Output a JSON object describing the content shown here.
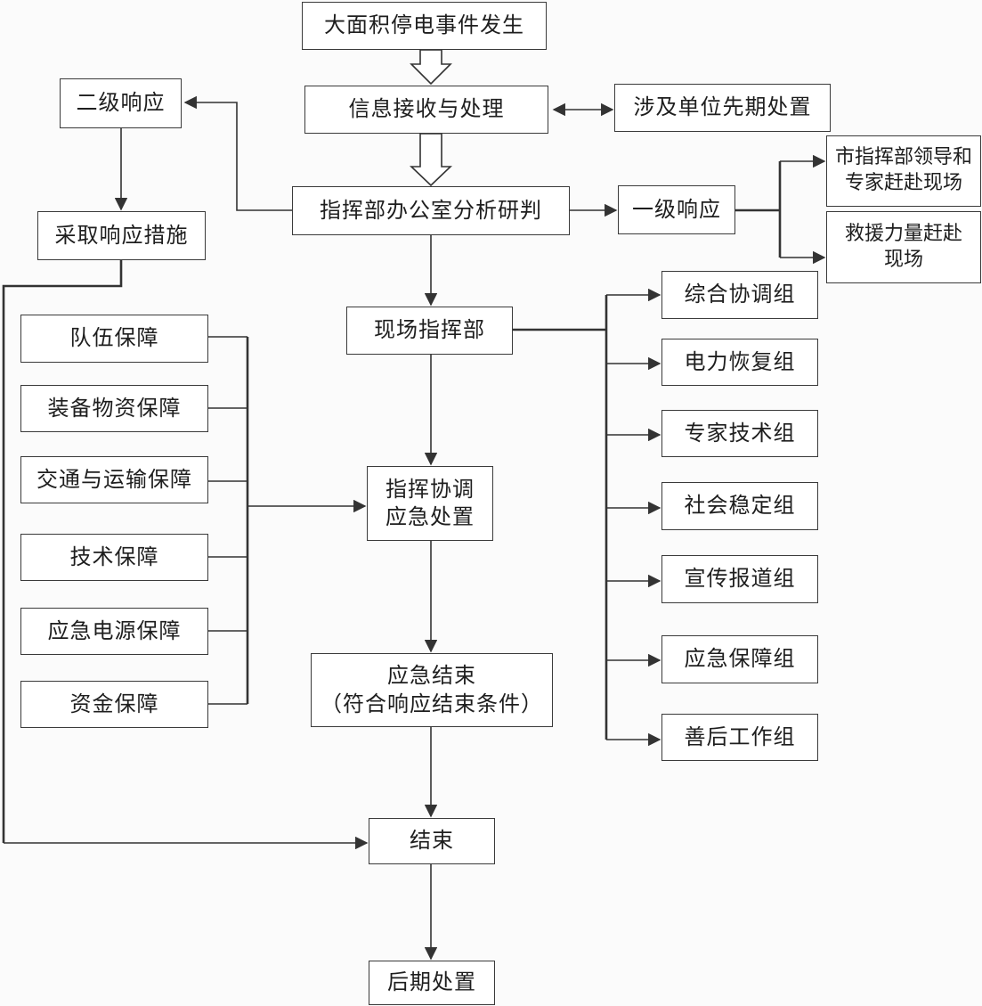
{
  "flowchart": {
    "start": "大面积停电事件发生",
    "info": "信息接收与处理",
    "early": "涉及单位先期处置",
    "level2": "二级响应",
    "measures": "采取响应措施",
    "analysis": "指挥部办公室分析研判",
    "level1": "一级响应",
    "leaders": "市指挥部领导和\n专家赶赴现场",
    "rescue": "救援力量赶赴\n现场",
    "field_hq": "现场指挥部",
    "coordinate": "指挥协调\n应急处置",
    "emergency_end": "应急结束\n（符合响应结束条件）",
    "end": "结束",
    "aftermath": "后期处置",
    "support": [
      "队伍保障",
      "装备物资保障",
      "交通与运输保障",
      "技术保障",
      "应急电源保障",
      "资金保障"
    ],
    "groups": [
      "综合协调组",
      "电力恢复组",
      "专家技术组",
      "社会稳定组",
      "宣传报道组",
      "应急保障组",
      "善后工作组"
    ]
  }
}
